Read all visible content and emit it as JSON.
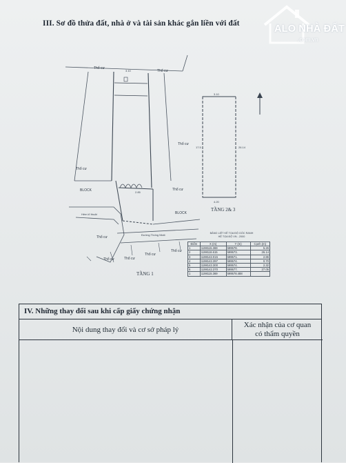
{
  "section3": {
    "title": "III. Sơ đồ thửa đất, nhà ở và tài sản khác gắn liền với đất"
  },
  "watermark": {
    "brand": "ALO NHÀ ĐẤT",
    "domain": ".com.vn"
  },
  "plan": {
    "label_tho_cu": "Thổ cư",
    "floor1_label": "TẦNG 1",
    "floor23_label": "TẦNG 2& 3",
    "road_label": "Đường Thống Nhất",
    "block_label": "BLOCK",
    "bench_label": "Hẻm kĩ thuật",
    "dims": {
      "top": "3.10",
      "side_a": "26.14",
      "side_b": "17.5",
      "bottom": "4.20",
      "inner": "2.85",
      "n1": "5.26",
      "n2": "0.70"
    },
    "coord_caption_1": "BẢNG LIỆT KÊ TỌA ĐỘ GÓC RANH",
    "coord_caption_2": "HỆ TỌA ĐỘ VN - 2000",
    "coord_headers": [
      "Điểm",
      "X (m)",
      "Y (m)",
      "Cạnh (m)"
    ],
    "coord_rows": [
      [
        "1",
        "1198115.369",
        "599578.",
        "5.26"
      ],
      [
        "2",
        "1198118.615",
        "599573.",
        "26.14"
      ],
      [
        "3",
        "1198142.015",
        "599571.",
        "2.86"
      ],
      [
        "4",
        "1198142.397",
        "599574.",
        "0.70"
      ],
      [
        "5",
        "1198142.300",
        "599574.",
        "2.32"
      ],
      [
        "6",
        "1198142.370",
        "599577.",
        "27.05"
      ],
      [
        "1",
        "1198115.369",
        "599578.488",
        ""
      ]
    ]
  },
  "section4": {
    "title": "IV. Những thay đổi sau khi cấp giấy chứng nhận",
    "col_left": "Nội dung thay đổi và cơ sở pháp lý",
    "col_right_line1": "Xác nhận của cơ quan",
    "col_right_line2": "có thẩm quyền"
  }
}
